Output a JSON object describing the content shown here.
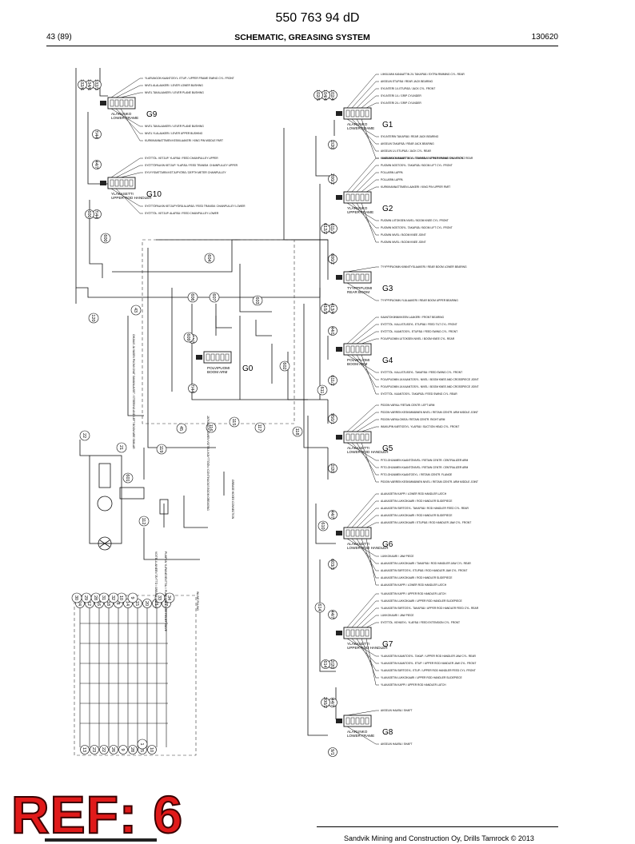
{
  "header": {
    "doc_number": "550 763 94 dD",
    "page": "43 (89)",
    "title": "SCHEMATIC, GREASING SYSTEM",
    "code": "130620"
  },
  "footer": {
    "copyright": "Sandvik Mining and Construction Oy, Drills Tamrock © 2013"
  },
  "stamp": {
    "ref": "REF: 6"
  },
  "distributors": {
    "g1": {
      "code": "G1",
      "fi": "ALARUNKO",
      "en": "LOWER FRAME",
      "pins_top": [
        "102/4",
        "104/4",
        "102/5"
      ],
      "pins_bottom": [
        "2/20"
      ],
      "outlets": [
        "LIIKKUVAN KANAATTIN 2/L TAKAPÄÄ / EXTRA RIMMING CYL. REAR",
        "AKSELIN ETUPÄÄ / REAR JACK BEARING",
        "SYLINTERI 1/L ETUPÄÄ / JACK CYL. FRONT",
        "SYLINTERI 1/L / GRIP CYLINDER",
        "SYLINTERI 2/L / GRIP CYLINDER",
        "SYLINTERIN TAKAPÄÄ / REAR JACK BEARING",
        "AKSELIN TAKAPÄÄ / REAR JACK BEARING",
        "AKSELIN 1/L ETUPÄÄ / JACK CYL. REAR",
        "LIIKKUVAN KANAATTIN 1/L ETUPÄÄ / EXTRA RIMMING CYL. FRONT"
      ]
    },
    "g2": {
      "code": "G2",
      "fi": "YLARUNKO",
      "en": "UPPER FRAME",
      "pins_top": [
        "200/2"
      ],
      "pins_bottom": [
        "611/3",
        "612/2"
      ],
      "outlets": [
        "YLARUNGON KAANTOSYL. TAKAPÄÄ / UPPER FRAME SWING CYL. REAR",
        "PUOMIN NOSTOSYL. TAKAPÄÄ / BOOM LIFT CYL. FRONT",
        "POLLARIN LAPPA",
        "POLLARIN LAPPA",
        "KURKIKANNATTIMEN LAAKERI / KING PIN UPPER PART",
        "PUOMIN LIITOKSEN NIVEL / BOOM KNEE CYL. FRONT",
        "PUOMIN NOSTOSYL. TAKAPÄÄ / BOOM LIFT CYL. FRONT",
        "PUOMIN NIVEL / BOOM KNEE JOINT",
        "PUOMIN NIVEL / BOOM KNEE JOINT"
      ]
    },
    "g3": {
      "code": "G3",
      "fi": "TYYPPIPUOMI",
      "en": "REAR BOOM",
      "pins_top": [
        "600/2"
      ],
      "pins_bottom": [
        "413/4",
        "410/3"
      ],
      "outlets": [
        "TYYPPIPUOMIN KIINNITYSLAAKERI / REAR BOOM LOWER BEARING",
        "TYYPPIPUOMIN YLÄLAAKERI / REAR BOOM UPPER BEARING"
      ]
    },
    "g4": {
      "code": "G4",
      "fi": "POLVIPUOMI",
      "en": "BOOM ARM",
      "pins_top": [
        "44/1"
      ],
      "pins_bottom": [
        "611/2"
      ],
      "outlets": [
        "KAANTOKIINNIKKEEN LAAKERI / FRONT BEARING",
        "SYÖTTÖL. KALLISTUSSYL. ETUPÄÄ / FEED TILT CYL. FRONT",
        "SYÖTTÖL. KAANTOSYL. ETUPÄÄ / FEED SWING CYL. FRONT",
        "POLVIPUOMIN LIITOKSEN NIVEL / BOOM KNEE CYL. REAR",
        "SYÖTTÖL. KALLISTUSSYL. TAKAPÄÄ / FEED SWING CYL. FRONT",
        "POLVIPUOMIN JA KAANTOSYL. NIVEL / BOOM KNEE AND CROSSPIECE JOINT",
        "POLVIPUOMIN JA KAANTOSYL. NIVEL / BOOM KNEE AND CROSSPIECE JOINT",
        "SYÖTTÖL. KAANTOSYL. TAKAPÄÄ / FEED SWING CYL. REAR"
      ]
    },
    "g5": {
      "code": "G5",
      "fi": "ALAKASETTI",
      "en": "LOWER ROD HANDLER",
      "pins_top": [
        "950/1"
      ],
      "pins_bottom": [
        "2/20"
      ],
      "outlets": [
        "PIDOIN VAPAA / RETAIN CENTR. LEFT ARM",
        "PIDOIN VARREN KESKIMMÄINEN NIVEL / RETAIN CENTR. ARM MIDDLE JOINT",
        "PIDOIN VAPAA OIKEA / RETAIN CENTR. RIGHT ARM",
        "IMUKUPIN KARTIOSYL. YLAPÄÄ / SUCTION HEAD CYL. FRONT",
        "PITO-OHJAIMEN KAANTÖNIVEL / RETAIN CENTR. CENTRALIZER ARM",
        "PITO-OHJAIMEN KAANTÖNIVEL / RETAIN CENTR. CENTRALIZER ARM",
        "PITO-OHJAIMEN KAANTOSYL. / RETAIN CENTR. FLANGE",
        "PIDOIN VARREN KESKIMMÄINEN NIVEL / RETAIN CENTR. ARM MIDDLE JOINT"
      ]
    },
    "g6": {
      "code": "G6",
      "fi": "ALAKASETTI",
      "en": "LOWER ROD HANDLER",
      "pins_top": [
        "44/7"
      ],
      "pins_bottom": [
        "603/3"
      ],
      "outlets": [
        "ALAKASETIN KAPPI / LOWER ROD HANDLER LATCH",
        "ALAKASETIN LUKKOKAARI / ROD HANDLER SLIDEPIECE",
        "ALAKASETIN SIIRTOSYL. TAKAPÄÄ / ROD HANDLER FEED CYL. REAR",
        "ALAKASETIN LUKKOKAARI / ROD HANDLER SLIDEPIECE",
        "ALAKASETIN LUKKOKAARI / ETUPÄÄ / ROD HANDLER JAW CYL. FRONT",
        "LUKKOKAARI / JAW PIECE",
        "ALAKASETIN LUKKOKAARI / TAKAPÄÄ / ROD HANDLER JAW CYL. REAR",
        "ALAKASETIN SIIRTOSYL. ETUPÄÄ / ROD HANDLER JAW CYL. FRONT",
        "ALAKASETIN LUKKOKAARI / ROD HANDLER SLIDEPIECE",
        "ALAKASETIN KAPPI / LOWER ROD HANDLER LATCH"
      ]
    },
    "g7": {
      "code": "G7",
      "fi": "YLAKASETTI",
      "en": "UPPER ROD HANDLER",
      "pins_top": [
        "44/7"
      ],
      "pins_bottom": [
        "2/20",
        "614"
      ],
      "outlets": [
        "YLAKASETIN KAPPI / UPPER ROD HANDLER LATCH",
        "YLAKASETIN LUKKOKAARI / UPPER ROD HANDLER SLIDEPIECE",
        "YLAKASETIN SIIRTOSYL. TAKAPÄÄ / UPPER ROD HANDLER FEED CYL. REAR",
        "LUKKOKAARI / JAW PIECE",
        "SYÖTTÖL. KEHÄSYL. YLAPÄÄ / FEED EXTENSION CYL. FRONT",
        "YLAKASETIN KAANTOSYL. TAKAP. / UPPER ROD HANDLER JAW CYL. REAR",
        "YLAKASETIN KAANTOSYL. ETUP. / UPPER ROD HANDLER JAW CYL. FRONT",
        "YLAKASETIN SIIRTOSYL. ETUP. / UPPER ROD HANDLER FEED CYL. FRONT",
        "YLAKASETIN LUKKOKAARI / UPPER ROD HANDLER SLIDEPIECE",
        "YLAKASETIN KAPPI / UPPER ROD HANDLER LATCH"
      ]
    },
    "g8": {
      "code": "G8",
      "fi": "ALARUNKO",
      "en": "LOWER FRAME",
      "pins_top": [
        "44/7",
        "200/2"
      ],
      "pins_bottom": [
        "9/1"
      ],
      "outlets": [
        "AKSELIN HAARA / SHAFT",
        "AKSELIN HAARA / SHAFT"
      ]
    },
    "g9": {
      "code": "G9",
      "fi": "ALARUNKO",
      "en": "LOWER FRAME",
      "pins_top": [
        "102/3",
        "104/6",
        "102/6"
      ],
      "pins_bottom": [
        "7/44"
      ],
      "outlets": [
        "YLARUNGON KAANTOSYL. ETUP. / UPPER FRAME SWING CYL. FRONT",
        "NIVEL ALALAAKERI / LEVER LOWER BUSHING",
        "NIVEL TAKALAAKERI / LEVER PLANE BUSHING",
        "NIVEL TAKALAAKERI / LEVER PLANE BUSHING",
        "NIVEL YLALAAKERI / LEVER UPPER BUSHING",
        "KURKIKANNATTIMEN KESKILAAKERI / KING PIN MIDDLE PART"
      ]
    },
    "g10": {
      "code": "G10",
      "fi": "YLAKASETTI",
      "en": "UPPER ROD HANDLER",
      "pins_top": [
        "44/7"
      ],
      "pins_bottom": [
        "7/44",
        "600"
      ],
      "outlets": [
        "SYÖTTÖL. KETJUP. YLAPÄÄ / FEED CHAINPULLEY UPPER",
        "SYÖTTÖPALKIN KETJUP. YLAPÄÄ / FEED TRANSM. CHAINPULLEY UPPER",
        "SYVYYSMITTARIN KETJUPYÖRÄ / DEPTH METER CHAINPULLEY",
        "SYÖTTÖPALKIN KETJUPYÖRÄ ALAPÄÄ / FEED TRANSM. CHAINPULLEY LOWER",
        "SYÖTTÖL. KETJUP. ALAPÄÄ / FEED CHAINPULLEY LOWER"
      ]
    },
    "g0": {
      "code": "G0",
      "fi": "POLVIPUOMI",
      "en": "BOOM ARM",
      "pins_top": [
        "44/7"
      ],
      "pins_bottom": [
        "7/44"
      ],
      "outlets": []
    }
  },
  "side_notes": {
    "boom_text": "OHJAUS JA VASEN PUOMI OVAT SAMANLAISET / STEERING AND LEFT BOOM ARE SIMILAR",
    "greasing_note": "JATKUVA PUOMIEN VOITELU KÄYTTÖÖN / CONTINUOUS BOOM GREASING",
    "filling": "VOITELU-AINEEN TÄYTTÖ / GREASE FILLING",
    "pump_note": "PUMPUN YLIPAINEVENTTIILI / PUMP PRESSURE RELIEF VALVE",
    "inline": "INLINE FILLING",
    "grease_hose": "GREASE HOSES CONNECTION"
  },
  "pins_misc": [
    "43",
    "120",
    "600",
    "604",
    "606",
    "607",
    "609",
    "603",
    "602",
    "611",
    "115",
    "116",
    "117",
    "118",
    "119",
    "112",
    "601",
    "610",
    "614",
    "45",
    "21",
    "22",
    "1",
    "9",
    "10",
    "28",
    "29",
    "30",
    "31",
    "32",
    "33",
    "34"
  ],
  "block_table": {
    "columns": [
      "24",
      "12",
      "16",
      "18",
      "8",
      "14",
      "15",
      "20",
      "21",
      "27",
      "13",
      "23",
      "22",
      "26",
      "9",
      "28",
      "25",
      "10"
    ]
  }
}
